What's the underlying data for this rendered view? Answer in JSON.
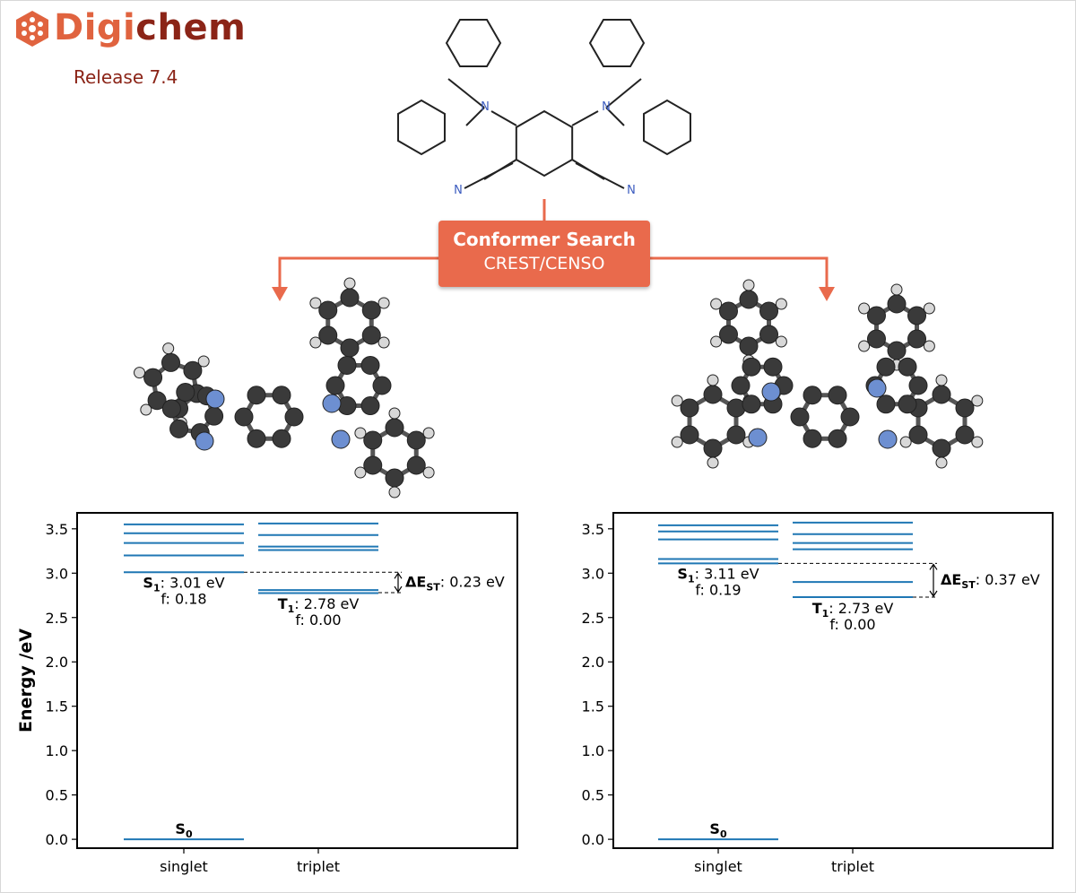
{
  "branding": {
    "logo_part1": "Digi",
    "logo_part2": "chem",
    "release": "Release 7.4",
    "colors": {
      "accent": "#e0633f",
      "dark": "#8b2417"
    }
  },
  "workflow": {
    "title": "Conformer Search",
    "subtitle": "CREST/CENSO",
    "box_color": "#e96a4c"
  },
  "molecule": {
    "atom_label": "N",
    "nitrogen_color": "#3b5bbf"
  },
  "chart_data": [
    {
      "type": "energy_levels",
      "ylabel": "Energy /eV",
      "ylim": [
        -0.1,
        3.68
      ],
      "yticks": [
        "0.0",
        "0.5",
        "1.0",
        "1.5",
        "2.0",
        "2.5",
        "3.0",
        "3.5"
      ],
      "categories": [
        "singlet",
        "triplet"
      ],
      "series": [
        {
          "name": "singlet",
          "levels": [
            0.0,
            3.01,
            3.2,
            3.34,
            3.45,
            3.55
          ]
        },
        {
          "name": "triplet",
          "levels": [
            2.775,
            2.81,
            3.26,
            3.3,
            3.43,
            3.56
          ]
        }
      ],
      "annotations": {
        "s0_label": "S",
        "s0_sub": "0",
        "s1_label": "S",
        "s1_sub": "1",
        "s1_energy": ": 3.01 eV",
        "s1_f": "f: 0.18",
        "t1_label": "T",
        "t1_sub": "1",
        "t1_energy": ": 2.78 eV",
        "t1_f": "f: 0.00",
        "dest_label": "ΔE",
        "dest_sub": "ST",
        "dest_value": ": 0.23 eV"
      },
      "s1_value": 3.01,
      "t1_value": 2.78,
      "line_color": "#1f77b4"
    },
    {
      "type": "energy_levels",
      "ylabel": "",
      "ylim": [
        -0.1,
        3.68
      ],
      "yticks": [
        "0.0",
        "0.5",
        "1.0",
        "1.5",
        "2.0",
        "2.5",
        "3.0",
        "3.5"
      ],
      "categories": [
        "singlet",
        "triplet"
      ],
      "series": [
        {
          "name": "singlet",
          "levels": [
            0.0,
            3.11,
            3.16,
            3.38,
            3.47,
            3.54
          ]
        },
        {
          "name": "triplet",
          "levels": [
            2.73,
            2.9,
            3.27,
            3.34,
            3.44,
            3.57
          ]
        }
      ],
      "annotations": {
        "s0_label": "S",
        "s0_sub": "0",
        "s1_label": "S",
        "s1_sub": "1",
        "s1_energy": ": 3.11 eV",
        "s1_f": "f: 0.19",
        "t1_label": "T",
        "t1_sub": "1",
        "t1_energy": ": 2.73 eV",
        "t1_f": "f: 0.00",
        "dest_label": "ΔE",
        "dest_sub": "ST",
        "dest_value": ": 0.37 eV"
      },
      "s1_value": 3.11,
      "t1_value": 2.73,
      "line_color": "#1f77b4"
    }
  ]
}
